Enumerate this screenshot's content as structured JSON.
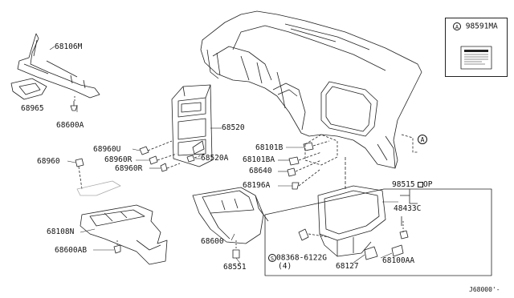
{
  "parts": {
    "p68106M": "68106M",
    "p68965": "68965",
    "p68600A": "68600A",
    "p68520": "68520",
    "p68960U": "68960U",
    "p68960R_1": "68960R",
    "p68960R_2": "68960R",
    "p68520A": "68520A",
    "p68960": "68960",
    "p68108N": "68108N",
    "p68600AB": "68600AB",
    "p68600": "68600",
    "p68551": "68551",
    "p68101B": "68101B",
    "p68101BA": "68101BA",
    "p68640": "68640",
    "p68196A": "68196A",
    "p98515": "98515",
    "p48433C": "48433C",
    "p08368": "08368-6122G",
    "p08368_qty": "(4)",
    "p68127": "68127",
    "p68100AA": "68100AA"
  },
  "op_mark": "OP",
  "callout_letter": "A",
  "screw_symbol": "S",
  "inset": {
    "letter": "A",
    "part": "98591MA"
  },
  "diagram_code": "J68000'-"
}
